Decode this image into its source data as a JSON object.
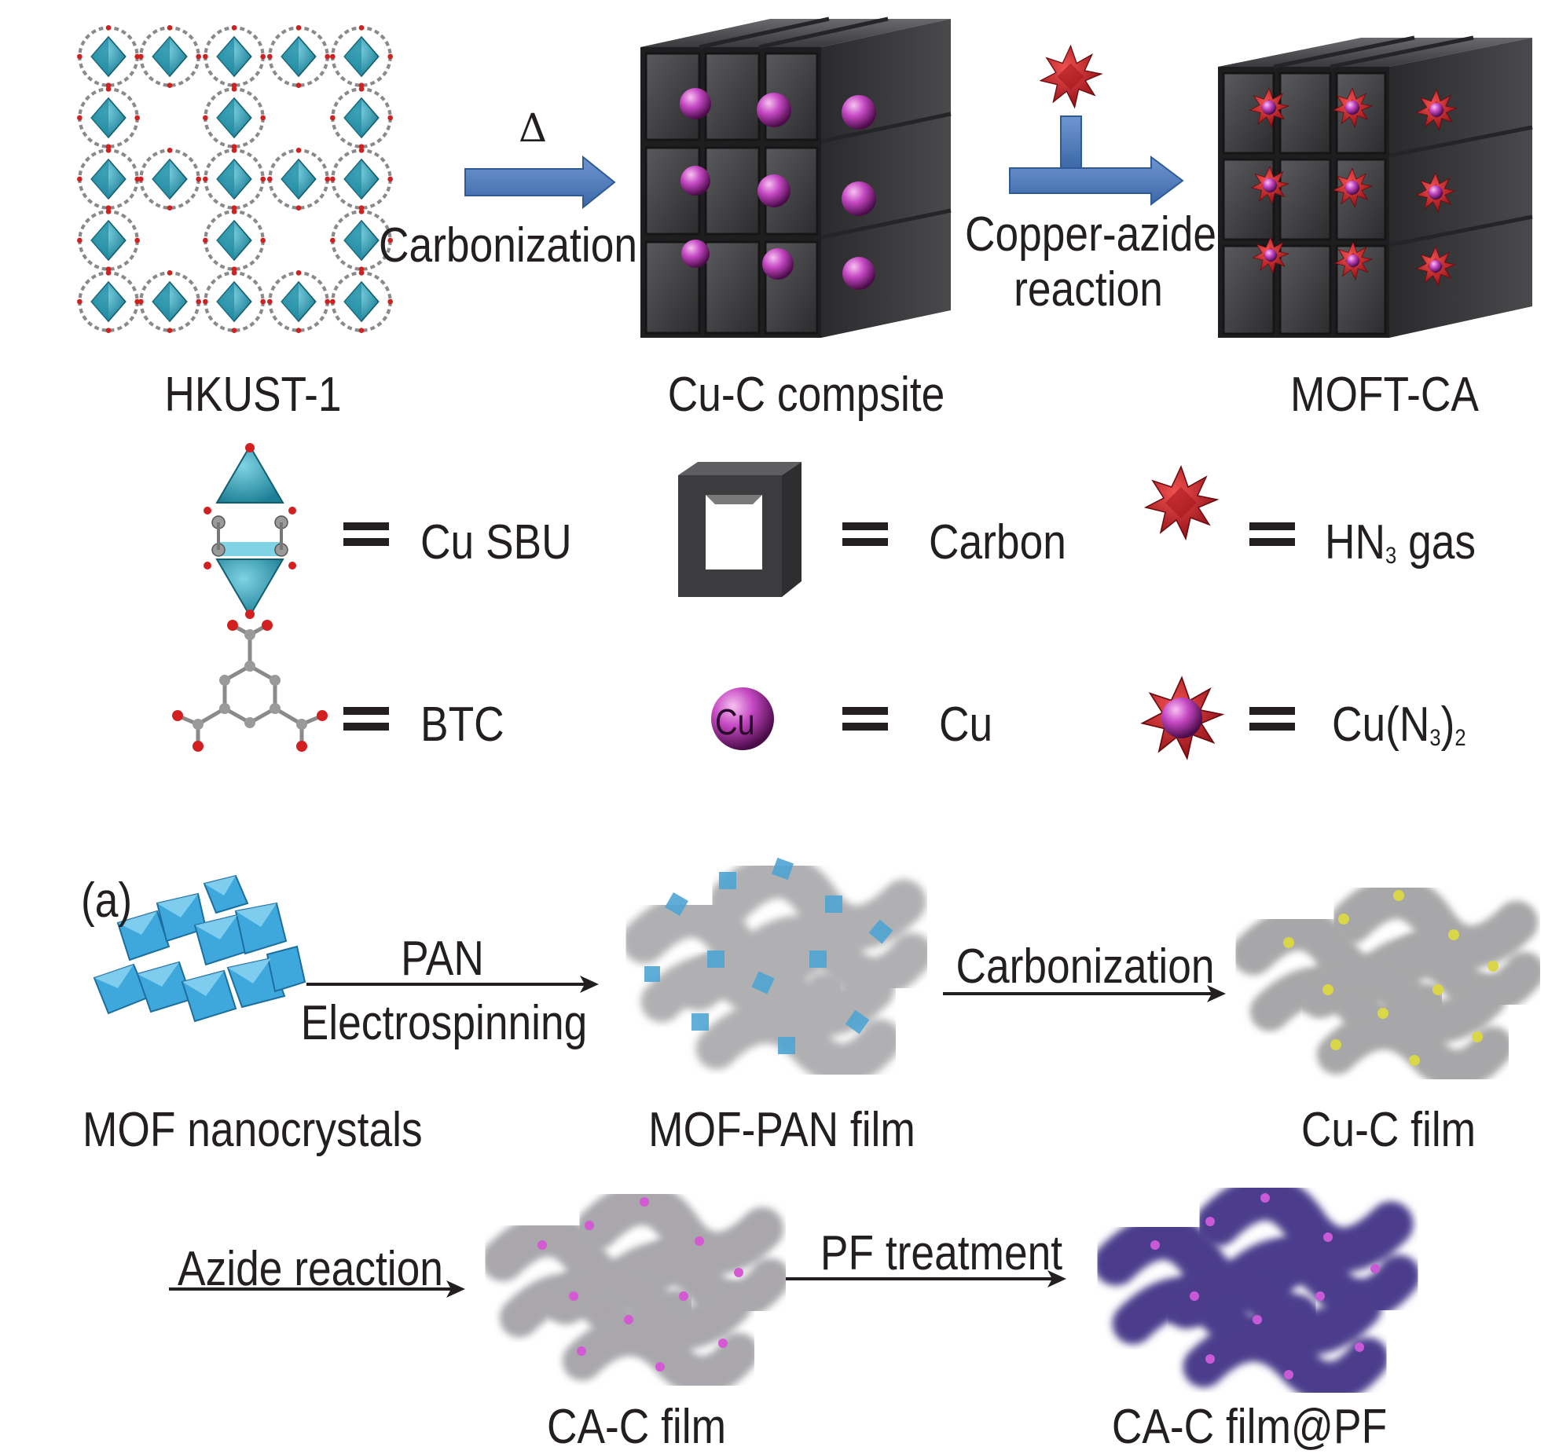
{
  "top_scheme": {
    "delta": "Δ",
    "step1": "Carbonization",
    "step2_line1": "Copper-azide",
    "step2_line2": "reaction",
    "stage1": "HKUST-1",
    "stage2": "Cu-C compsite",
    "stage3": "MOFT-CA"
  },
  "legend": {
    "cu_sbu": "Cu SBU",
    "carbon": "Carbon",
    "hn3_main": "HN",
    "hn3_sub": "3",
    "hn3_tail": " gas",
    "btc": "BTC",
    "cu_ball_text": "Cu",
    "cu": "Cu",
    "cun3_a": "Cu(N",
    "cun3_sub1": "3",
    "cun3_b": ")",
    "cun3_sub2": "2"
  },
  "bottom_scheme": {
    "panel_label": "(a)",
    "step_pan": "PAN",
    "step_electro": "Electrospinning",
    "step_carbon": "Carbonization",
    "step_azide": "Azide reaction",
    "step_pf": "PF treatment",
    "stage_mof": "MOF nanocrystals",
    "stage_mofpan": "MOF-PAN film",
    "stage_cuc": "Cu-C film",
    "stage_cac": "CA-C film",
    "stage_cacpf": "CA-C film@PF"
  },
  "colors": {
    "arrow_blue": "#4a78b8",
    "mof_teal": "#2b97ad",
    "cu_magenta": "#b43cb4",
    "azide_red": "#c81e28",
    "carbon_dark": "#3c3c3e",
    "film_gray": "#a7a7a9",
    "film_purple": "#4c3d8c",
    "mof_blue": "#3ea8dc",
    "cuc_yellow": "#d9d64a"
  }
}
